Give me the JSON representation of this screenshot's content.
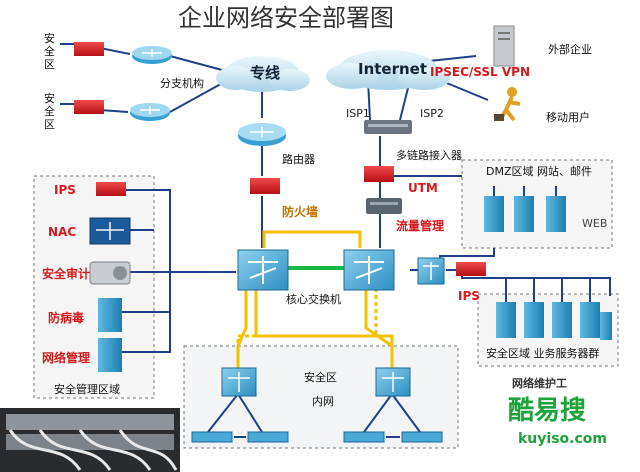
{
  "diagram": {
    "title": "企业网络安全部署图",
    "clouds": {
      "private_line": "专线",
      "internet": "Internet"
    },
    "left_top_labels": [
      "安全区",
      "安全区"
    ],
    "branch_label": "分支机构",
    "router_label": "路由器",
    "firewall_label": "防火墙",
    "multilink_label": "多链路接入器",
    "isp1": "ISP1",
    "isp2": "ISP2",
    "ipsec_vpn": "IPSEC/SSL VPN",
    "external_company": "外部企业",
    "mobile_user": "移动用户",
    "utm": "UTM",
    "traffic_mgmt": "流量管理",
    "dmz_label": "DMZ区域  网站、邮件",
    "web_label": "WEB",
    "core_switch": "核心交换机",
    "ips_right": "IPS",
    "security_zone_services": "安全区域  业务服务器群",
    "mgmt_area": {
      "ips": "IPS",
      "nac": "NAC",
      "audit": "安全审计",
      "antivirus": "防病毒",
      "network_mgmt": "网络管理",
      "zone": "安全管理区域"
    },
    "intranet": {
      "zone": "安全区",
      "name": "内网"
    },
    "watermark": {
      "line1": "网络维护工",
      "brand": "酷易搜",
      "url": "kuyiso.com"
    },
    "colors": {
      "link_blue": "#1f3f8a",
      "trunk_yellow": "#f2c200",
      "firewall_red": "#d81920",
      "lan_green": "#19b64a",
      "label_red": "#d7191c"
    }
  }
}
